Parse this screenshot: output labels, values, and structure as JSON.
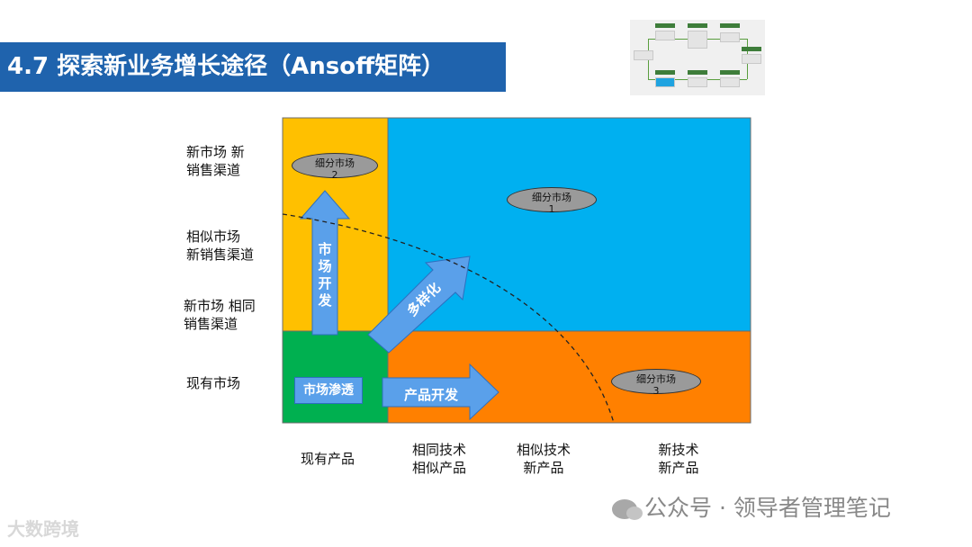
{
  "title": "4.7 探索新业务增长途径（Ansoff矩阵）",
  "y_labels": [
    "新市场 新\n销售渠道",
    "相似市场\n新销售渠道",
    "新市场 相同\n销售渠道",
    "现有市场"
  ],
  "x_labels": [
    "现有产品",
    "相同技术\n相似产品",
    "相似技术\n新产品",
    "新技术\n新产品"
  ],
  "segments": [
    {
      "label": "细分市场\n2"
    },
    {
      "label": "细分市场\n1"
    },
    {
      "label": "细分市场\n3"
    }
  ],
  "arrows": {
    "market_development": "市场开发",
    "diversification": "多样化",
    "product_development": "产品开发",
    "market_penetration": "市场渗透"
  },
  "colors": {
    "title_bg": "#1f63ad",
    "quadrant_market_dev": "#ffc000",
    "quadrant_diversification": "#00b0f0",
    "quadrant_penetration": "#00b050",
    "quadrant_product_dev": "#ff8000",
    "arrow_fill": "#5aa0ea"
  },
  "footer": {
    "text": "公众号 · 领导者管理笔记",
    "icon": "wechat-icon"
  },
  "watermark": "大数跨境"
}
